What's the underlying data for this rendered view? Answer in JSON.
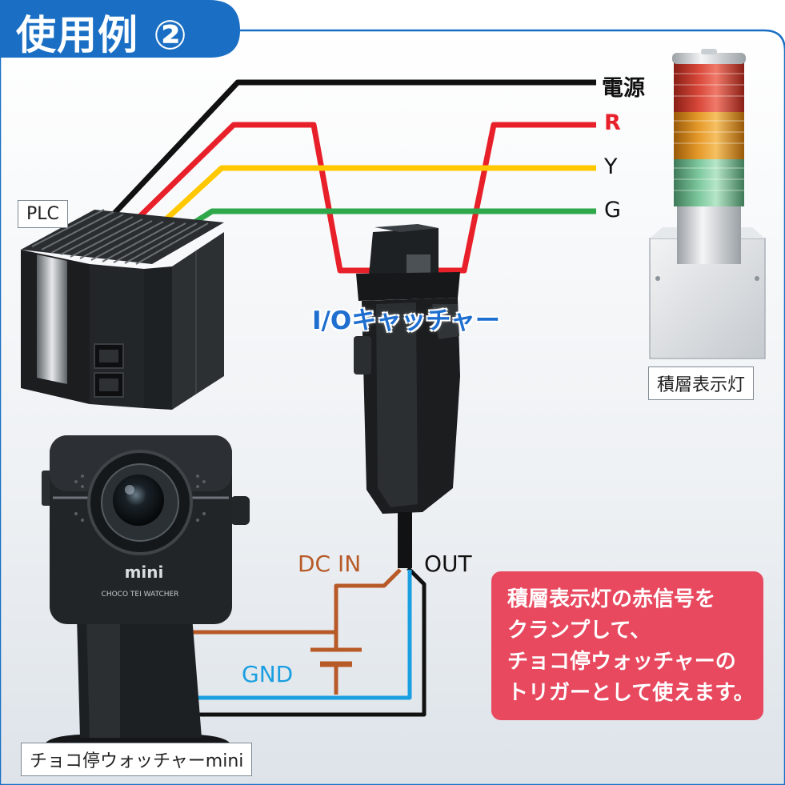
{
  "title": "使用例 ②",
  "wires": {
    "power": "電源",
    "red": "R",
    "yellow": "Y",
    "green": "G"
  },
  "colors": {
    "header_blue": "#1a6fc4",
    "wire_black": "#111111",
    "wire_red": "#e8202a",
    "wire_yellow": "#ffc800",
    "wire_green": "#2ea84a",
    "dc_in": "#b85a28",
    "gnd": "#1a9fe0",
    "note_bg": "#e8495f",
    "catcher_text": "#1f6fd0"
  },
  "labels": {
    "plc": "PLC",
    "stack_light": "積層表示灯",
    "io_catcher": "I/Oキャッチャー",
    "camera_caption": "チョコ停ウォッチャーmini",
    "camera_brand": "mini",
    "camera_model": "CHOCO TEI WATCHER",
    "dc_in": "DC IN",
    "out": "OUT",
    "gnd": "GND"
  },
  "note": [
    "積層表示灯の赤信号を",
    "クランプして、",
    "チョコ停ウォッチャーの",
    "トリガーとして使えます。"
  ],
  "icons": [
    "plc-unit-icon",
    "stack-light-icon",
    "io-catcher-icon",
    "camera-icon",
    "dc-power-symbol-icon"
  ]
}
